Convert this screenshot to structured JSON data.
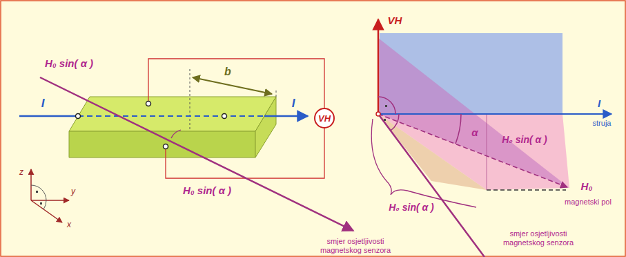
{
  "diagram": {
    "nodes": [
      {
        "text": [
          "VH"
        ]
      }
    ],
    "labels": [
      "H₀ sin( α )",
      "I",
      "b",
      "I",
      "H₀ sin( α )",
      "smjer osjetljivosti magnetskog senzora",
      "z",
      "y",
      "x",
      "VH",
      "I",
      "struja",
      "α",
      "H₀ sin( α )",
      "H₀",
      "magnetski pol",
      "H₀ sin( α )",
      "smjer osjetljivosti magnetskog senzora"
    ]
  }
}
